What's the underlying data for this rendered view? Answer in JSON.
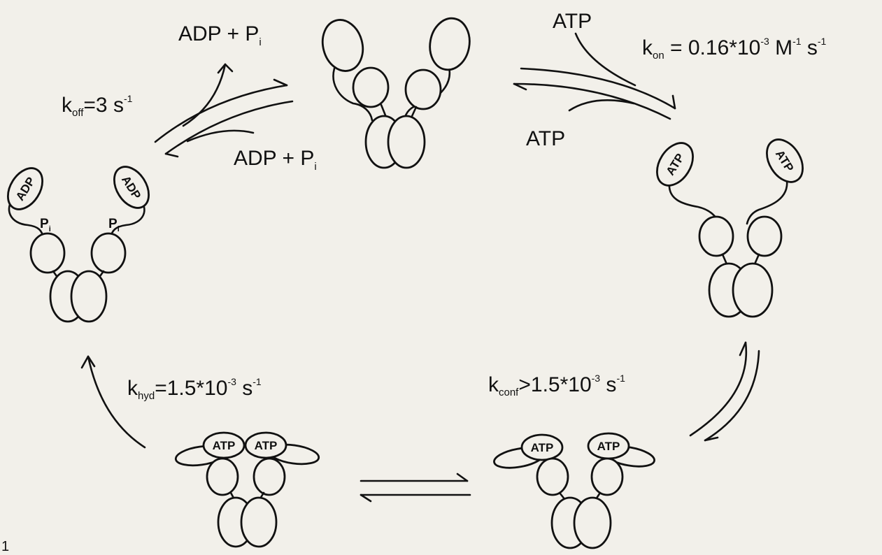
{
  "labels": {
    "adp_pi": "ADP + P",
    "pi_sub": "i",
    "atp": "ATP",
    "adp": "ADP",
    "p": "P",
    "figure_mark": "1"
  },
  "rates": {
    "koff": {
      "k": "k",
      "sub": "off",
      "eq": "=3 s",
      "sup": "-1"
    },
    "kon": {
      "k": "k",
      "sub": "on",
      "eq": " = 0.16*10",
      "exp": "-3",
      "unit": " M",
      "unit_sup": "-1",
      "unit2": " s",
      "unit2_sup": "-1"
    },
    "khyd": {
      "k": "k",
      "sub": "hyd",
      "eq": "=1.5*10",
      "exp": "-3",
      "unit": " s",
      "unit_sup": "-1"
    },
    "kconf": {
      "k": "k",
      "sub": "conf",
      "eq": ">1.5*10",
      "exp": "-3",
      "unit": " s",
      "unit_sup": "-1"
    }
  }
}
